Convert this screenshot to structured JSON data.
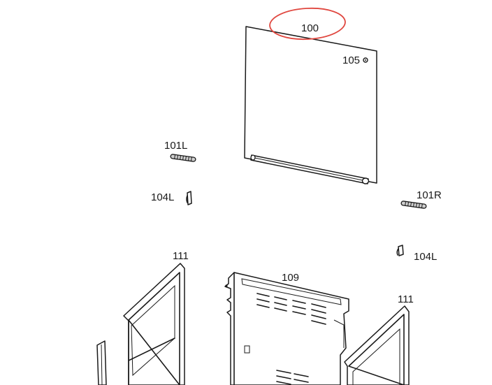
{
  "labels": {
    "part_100": "100",
    "part_105": "105",
    "part_101l": "101L",
    "part_101r": "101R",
    "part_104l_left": "104L",
    "part_104l_right": "104L",
    "part_111_left": "111",
    "part_111_right": "111",
    "part_109": "109"
  },
  "colors": {
    "line": "#1a1a1a",
    "highlight_circle": "#e0473f",
    "background": "#ffffff"
  }
}
